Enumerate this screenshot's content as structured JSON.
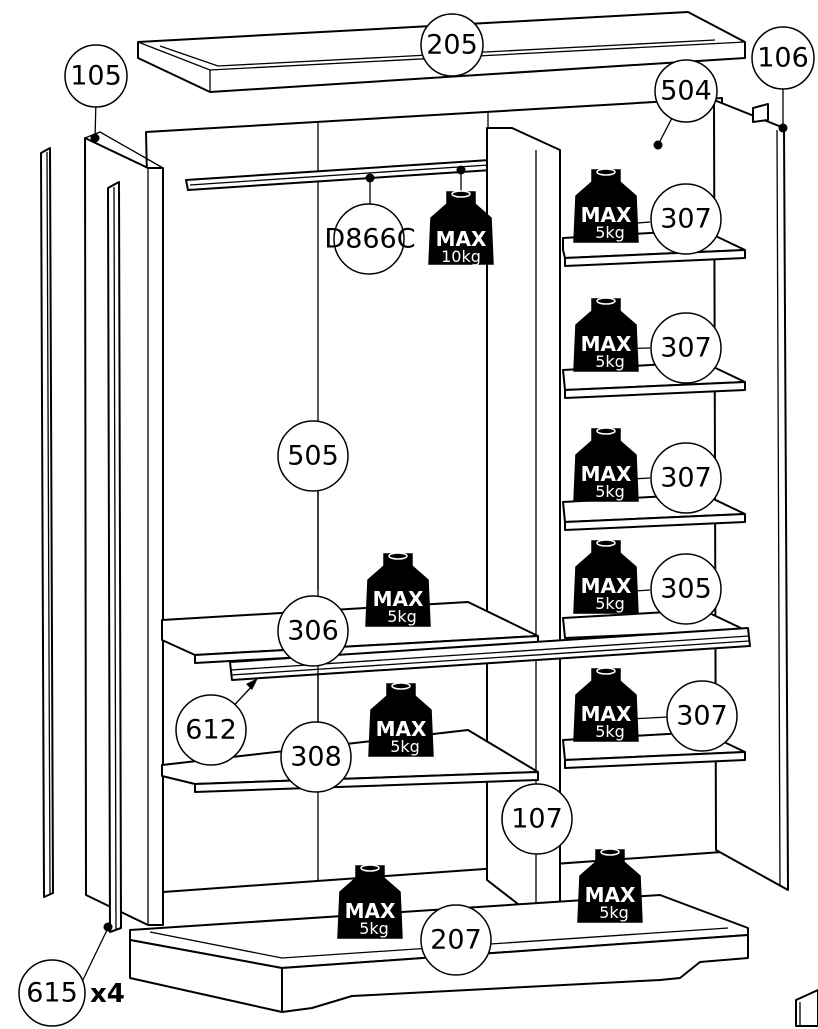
{
  "parts": {
    "p105": "105",
    "p205": "205",
    "p106": "106",
    "p504": "504",
    "pD866C": "D866C",
    "p307a": "307",
    "p307b": "307",
    "p307c": "307",
    "p305": "305",
    "p307d": "307",
    "p505": "505",
    "p306": "306",
    "p612": "612",
    "p308": "308",
    "p107": "107",
    "p207": "207",
    "p615": "615"
  },
  "quantity_615": "x4",
  "weights": {
    "max_word": "MAX",
    "rail": "10kg",
    "shelf": "5kg"
  }
}
